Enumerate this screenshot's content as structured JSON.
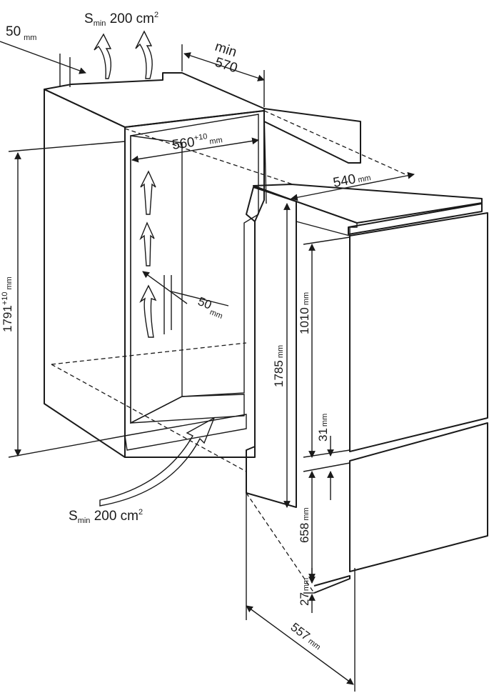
{
  "labels": {
    "vent_top": {
      "prefix": "S",
      "sub": "min",
      "value": " 200 cm",
      "sup": "2"
    },
    "vent_bottom": {
      "prefix": "S",
      "sub": "min",
      "value": " 200 cm",
      "sup": "2"
    },
    "gap_top": {
      "value": "50",
      "unit": "mm"
    },
    "gap_side": {
      "value": "50",
      "unit": "mm"
    },
    "depth_min_word": "min",
    "depth_min_value": "570",
    "niche_width": {
      "value": "560",
      "sup": "+10",
      "unit": "mm"
    },
    "appliance_width": {
      "value": "540",
      "unit": "mm"
    },
    "niche_height": {
      "value": "1791",
      "sup": "+10",
      "unit": "mm"
    },
    "appliance_height": {
      "value": "1785",
      "unit": "mm"
    },
    "upper_door": {
      "value": "1010",
      "unit": "mm"
    },
    "door_gap": {
      "value": "31",
      "unit": "mm"
    },
    "lower_door": {
      "value": "658",
      "unit": "mm"
    },
    "plinth": {
      "value": "27",
      "unit": "mm"
    },
    "appliance_depth": {
      "value": "557",
      "unit": "mm"
    }
  },
  "colors": {
    "cabinet_face": "#d9d9d9",
    "cabinet_interior": "#bdbdbd",
    "line": "#1a1a1a"
  }
}
